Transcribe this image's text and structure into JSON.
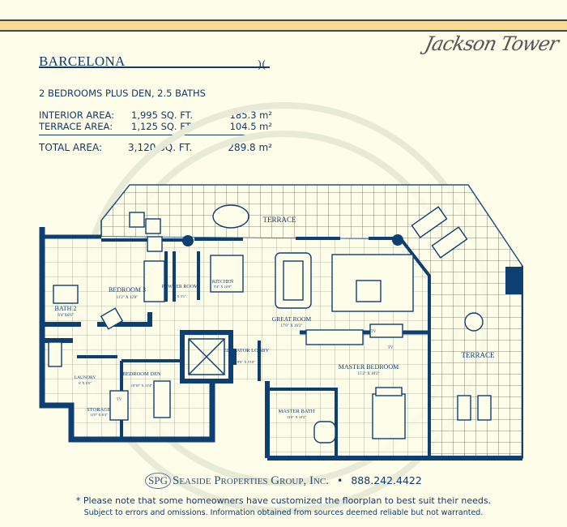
{
  "brand": {
    "logo_text": "Jackson Tower"
  },
  "unit": {
    "name": "BARCELONA",
    "description": "2 BEDROOMS PLUS DEN, 2.5 BATHS",
    "areas": [
      {
        "label": "INTERIOR AREA:",
        "sqft": "1,995 SQ. FT.",
        "sqm": "185.3 m²"
      },
      {
        "label": "TERRACE AREA:",
        "sqft": "1,125 SQ. FT.",
        "sqm": "104.5 m²"
      }
    ],
    "total": {
      "label": "TOTAL AREA:",
      "sqft": "3,120 SQ. FT.",
      "sqm": "289.8 m²"
    }
  },
  "floorplan": {
    "rooms": [
      {
        "name": "TERRACE",
        "dims": ""
      },
      {
        "name": "TERRACE",
        "dims": ""
      },
      {
        "name": "BEDROOM 3",
        "dims": "11'2\" X 12'8\""
      },
      {
        "name": "BATH 2",
        "dims": "8'4\"X6'6\""
      },
      {
        "name": "POWDER ROOM",
        "dims": "6' X 5'1\""
      },
      {
        "name": "KITCHEN",
        "dims": "9'4\" X 10'9\""
      },
      {
        "name": "GREAT ROOM",
        "dims": "17'0\" X 16'2\""
      },
      {
        "name": "ELEVATOR LOBBY",
        "dims": "8'0\" X 5'10\""
      },
      {
        "name": "LAUNDRY",
        "dims": "6' X 6'6\""
      },
      {
        "name": "BEDROOM DEN",
        "dims": "10'10\" X 13'4\""
      },
      {
        "name": "STORAGE",
        "dims": "11'0\" X 6'4\""
      },
      {
        "name": "MASTER BEDROOM",
        "dims": "15'2\" X 18'2\""
      },
      {
        "name": "MASTER BATH",
        "dims": "13'6\" X 10'2\""
      }
    ],
    "tv_label": "TV",
    "colors": {
      "wall": "#0e3f72",
      "background": "#fdfde9",
      "band": "#f7dc94"
    }
  },
  "footer": {
    "logo_initials": "SPG",
    "company": "Seaside Properties Group, Inc.",
    "separator": "•",
    "phone": "888.242.4422",
    "note": "* Please note that some homeowners have customized the floorplan to best suit their needs.",
    "disclaimer": "Subject to errors and omissions. Information obtained from sources deemed reliable but not warranted."
  }
}
